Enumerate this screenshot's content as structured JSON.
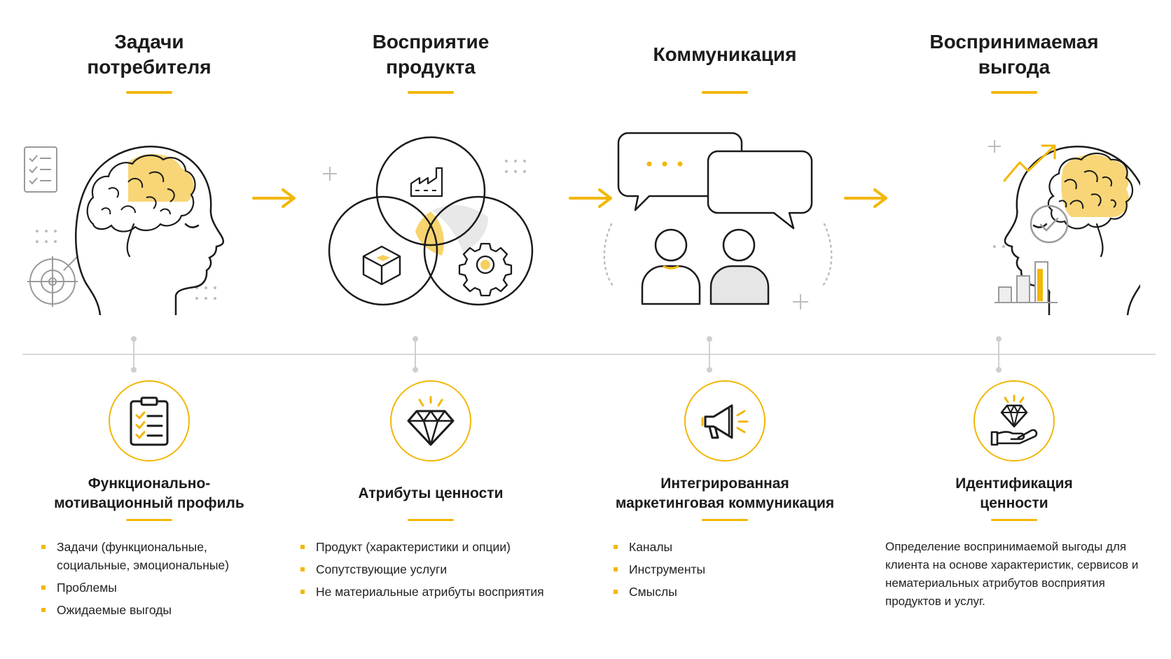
{
  "colors": {
    "accent": "#f2b705",
    "ink": "#1b1b1b",
    "line": "#d9d9d9",
    "muted": "#bdbdbd"
  },
  "columns": [
    {
      "title_lines": [
        "Задачи",
        "потребителя"
      ],
      "illustration": "head-brain-icon",
      "badge_icon": "clipboard-checklist-icon",
      "subtitle_lines": [
        "Функционально-",
        "мотивационный профиль"
      ],
      "bullets": [
        "Задачи (функциональные, социальные, эмоциональные)",
        "Проблемы",
        "Ожидаемые выгоды"
      ]
    },
    {
      "title_lines": [
        "Восприятие",
        "продукта"
      ],
      "illustration": "venn-diagram-icon",
      "badge_icon": "diamond-icon",
      "subtitle_lines": [
        "Атрибуты ценности"
      ],
      "bullets": [
        "Продукт (характеристики и опции)",
        "Сопутствующие услуги",
        "Не материальные атрибуты восприятия"
      ]
    },
    {
      "title_lines": [
        "Коммуникация"
      ],
      "illustration": "people-chat-icon",
      "badge_icon": "megaphone-icon",
      "subtitle_lines": [
        "Интегрированная",
        "маркетинговая коммуникация"
      ],
      "bullets": [
        "Каналы",
        "Инструменты",
        "Смыслы"
      ]
    },
    {
      "title_lines": [
        "Воспринимаемая",
        "выгода"
      ],
      "illustration": "head-brain-growth-icon",
      "badge_icon": "hand-diamond-icon",
      "subtitle_lines": [
        "Идентификация",
        "ценности"
      ],
      "description": "Определение воспринимаемой выгоды для клиента на основе характеристик, сервисов и нематериальных атрибутов восприятия продуктов и услуг."
    }
  ]
}
